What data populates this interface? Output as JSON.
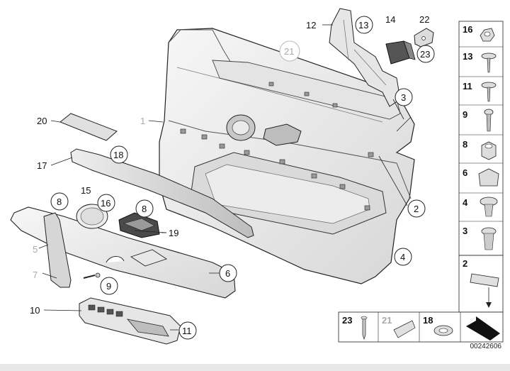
{
  "diagram": {
    "callouts": {
      "c1": "1",
      "c2": "2",
      "c3": "3",
      "c4": "4",
      "c5": "5",
      "c6": "6",
      "c7": "7",
      "c8a": "8",
      "c8b": "8",
      "c9": "9",
      "c10": "10",
      "c11": "11",
      "c12": "12",
      "c13": "13",
      "c14": "14",
      "c15": "15",
      "c16": "16",
      "c17": "17",
      "c18": "18",
      "c19": "19",
      "c20": "20",
      "c21": "21",
      "c22": "22",
      "c23": "23"
    },
    "parts_column": [
      "16",
      "13",
      "11",
      "9",
      "8",
      "6",
      "4",
      "3",
      "2"
    ],
    "parts_bottom": [
      "23",
      "21",
      "18"
    ],
    "document_number": "00242606"
  },
  "colors": {
    "line": "#222222",
    "fill_light": "#f2f2f2",
    "fill_mid": "#d8d8d8",
    "gray_label": "#aaaaaa"
  }
}
